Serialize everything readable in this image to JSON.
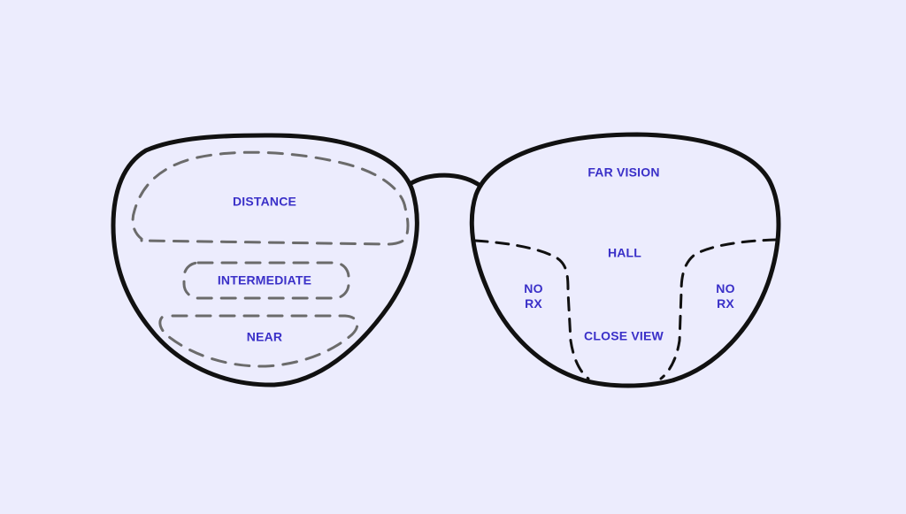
{
  "diagram": {
    "background_color": "#ECECFD",
    "frame_color": "#111111",
    "zone_border_left_color": "#6B6B6B",
    "zone_border_right_color": "#111111",
    "label_color": "#3A30C8",
    "left_lens": {
      "zones": [
        {
          "id": "distance",
          "label": "DISTANCE"
        },
        {
          "id": "intermediate",
          "label": "INTERMEDIATE"
        },
        {
          "id": "near",
          "label": "NEAR"
        }
      ]
    },
    "right_lens": {
      "zones": [
        {
          "id": "far-vision",
          "label": "FAR VISION"
        },
        {
          "id": "hall",
          "label": "HALL"
        },
        {
          "id": "no-rx-left",
          "line1": "NO",
          "line2": "RX"
        },
        {
          "id": "close-view",
          "label": "CLOSE VIEW"
        },
        {
          "id": "no-rx-right",
          "line1": "NO",
          "line2": "RX"
        }
      ]
    }
  }
}
